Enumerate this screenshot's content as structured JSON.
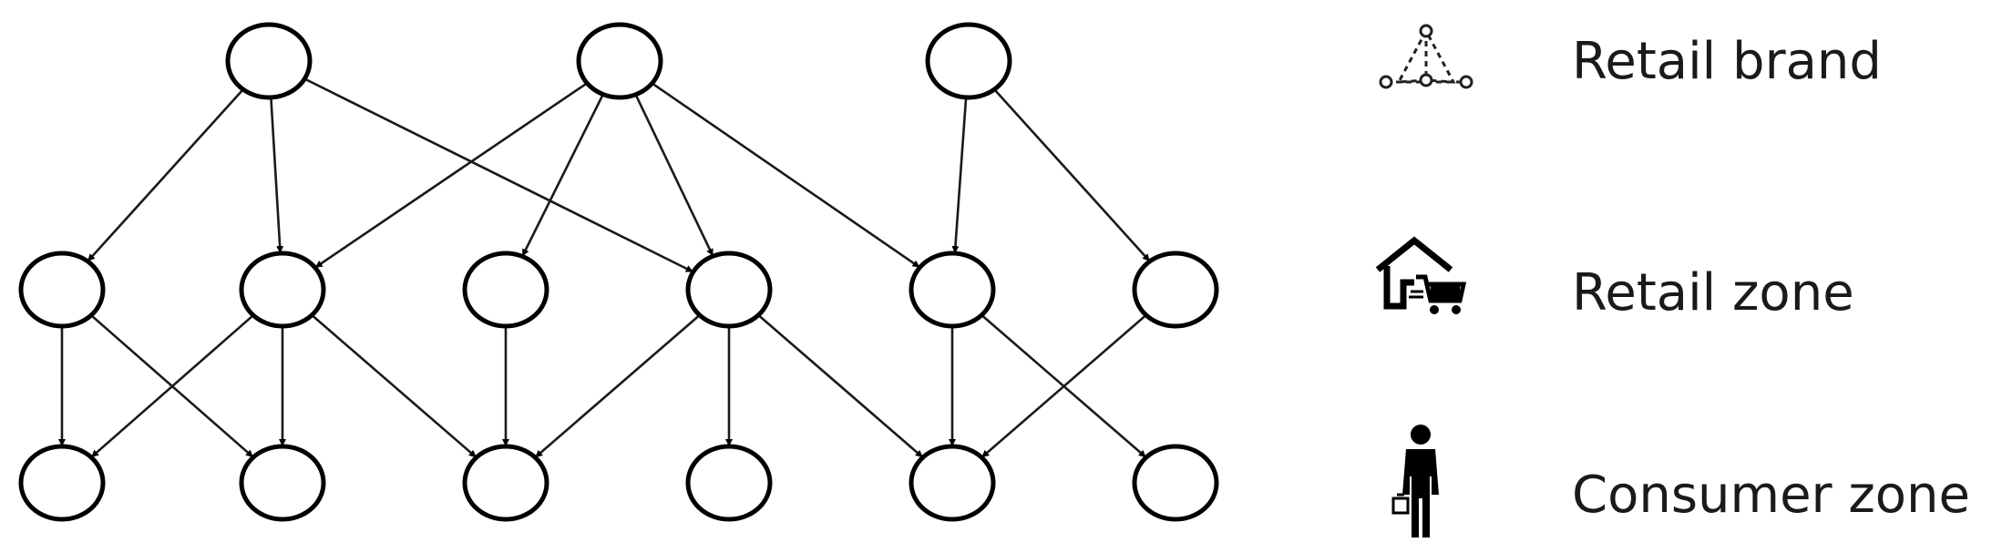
{
  "diagram": {
    "levels": [
      {
        "id": "brand",
        "nodes": [
          "b1",
          "b2",
          "b3"
        ]
      },
      {
        "id": "retail",
        "nodes": [
          "r1",
          "r2",
          "r3",
          "r4",
          "r5",
          "r6"
        ]
      },
      {
        "id": "consumer",
        "nodes": [
          "c1",
          "c2",
          "c3",
          "c4",
          "c5",
          "c6"
        ]
      }
    ],
    "edges": [
      [
        "b1",
        "r1"
      ],
      [
        "b1",
        "r2"
      ],
      [
        "b1",
        "r4"
      ],
      [
        "b2",
        "r2"
      ],
      [
        "b2",
        "r3"
      ],
      [
        "b2",
        "r4"
      ],
      [
        "b2",
        "r5"
      ],
      [
        "b3",
        "r5"
      ],
      [
        "b3",
        "r6"
      ],
      [
        "r1",
        "c1"
      ],
      [
        "r1",
        "c2"
      ],
      [
        "r2",
        "c1"
      ],
      [
        "r2",
        "c2"
      ],
      [
        "r2",
        "c3"
      ],
      [
        "r3",
        "c3"
      ],
      [
        "r4",
        "c3"
      ],
      [
        "r4",
        "c4"
      ],
      [
        "r4",
        "c5"
      ],
      [
        "r5",
        "c5"
      ],
      [
        "r5",
        "c6"
      ],
      [
        "r6",
        "c5"
      ]
    ],
    "colors": {
      "stroke": "#000000",
      "fill": "#ffffff",
      "text": "#1a1a1a"
    }
  },
  "legend": {
    "items": [
      {
        "icon": "retail-brand-icon",
        "label": "Retail brand"
      },
      {
        "icon": "retail-zone-icon",
        "label": "Retail zone"
      },
      {
        "icon": "consumer-zone-icon",
        "label": "Consumer zone"
      }
    ]
  }
}
